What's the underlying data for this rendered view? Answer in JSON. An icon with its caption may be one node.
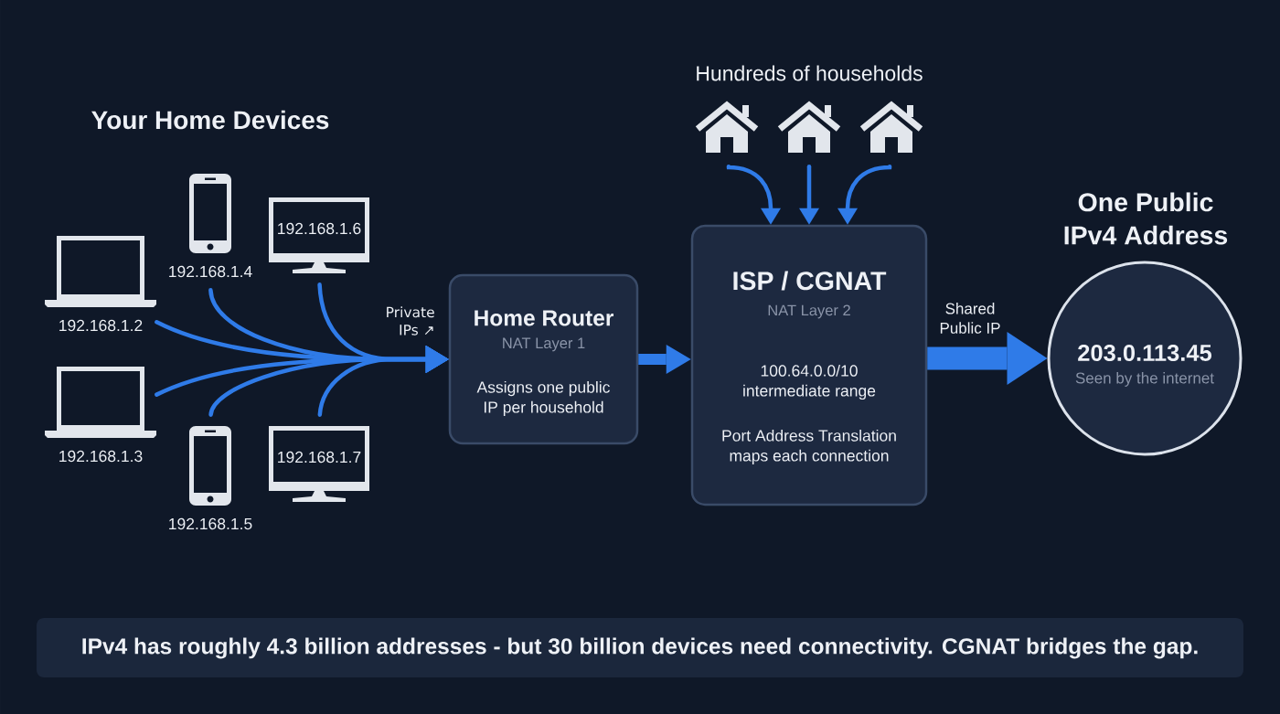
{
  "diagram": {
    "caption": "IPv4 has roughly 4.3 billion addresses - but 30 billion devices need connectivity. CGNAT bridges the gap.",
    "nodes": [
      {
        "text": [
          "192.168.1.2"
        ]
      },
      {
        "text": [
          "192.168.1.3"
        ]
      },
      {
        "text": [
          "192.168.1.4"
        ]
      },
      {
        "text": [
          "192.168.1.5"
        ]
      },
      {
        "text": [
          "192.168.1.6"
        ]
      },
      {
        "text": [
          "192.168.1.7"
        ]
      },
      {
        "text": [
          "Home Router",
          "NAT Layer 1",
          "Assigns one public IP per household"
        ]
      },
      {
        "text": [],
        "shape": "picture"
      },
      {
        "text": [],
        "shape": "picture"
      },
      {
        "text": [],
        "shape": "picture"
      },
      {
        "text": [
          "ISP / CGNAT",
          "NAT Layer 2",
          "100.64.0.0/10 intermediate range",
          "Port Address Translation maps each connection"
        ]
      },
      {
        "text": [
          "One Public IPv4 Address",
          "203.0.113.45",
          "Seen by the internet"
        ]
      }
    ],
    "edges": [
      {
        "from": 0,
        "to": 6,
        "arrow": "to",
        "label": "Private IPs ↗"
      },
      {
        "from": 1,
        "to": 6,
        "arrow": "to"
      },
      {
        "from": 2,
        "to": 6,
        "arrow": "to"
      },
      {
        "from": 3,
        "to": 6,
        "arrow": "to"
      },
      {
        "from": 4,
        "to": 6,
        "arrow": "to"
      },
      {
        "from": 5,
        "to": 6,
        "arrow": "to"
      },
      {
        "from": 6,
        "to": 10,
        "arrow": "to",
        "style": "thick"
      },
      {
        "from": 7,
        "to": 10,
        "arrow": "to"
      },
      {
        "from": 8,
        "to": 10,
        "arrow": "to"
      },
      {
        "from": 9,
        "to": 10,
        "arrow": "to"
      },
      {
        "from": 10,
        "to": 11,
        "arrow": "to",
        "style": "thick",
        "label": "Shared Public IP"
      }
    ],
    "labels": [
      "Your Home Devices",
      "Hundreds of households"
    ]
  }
}
